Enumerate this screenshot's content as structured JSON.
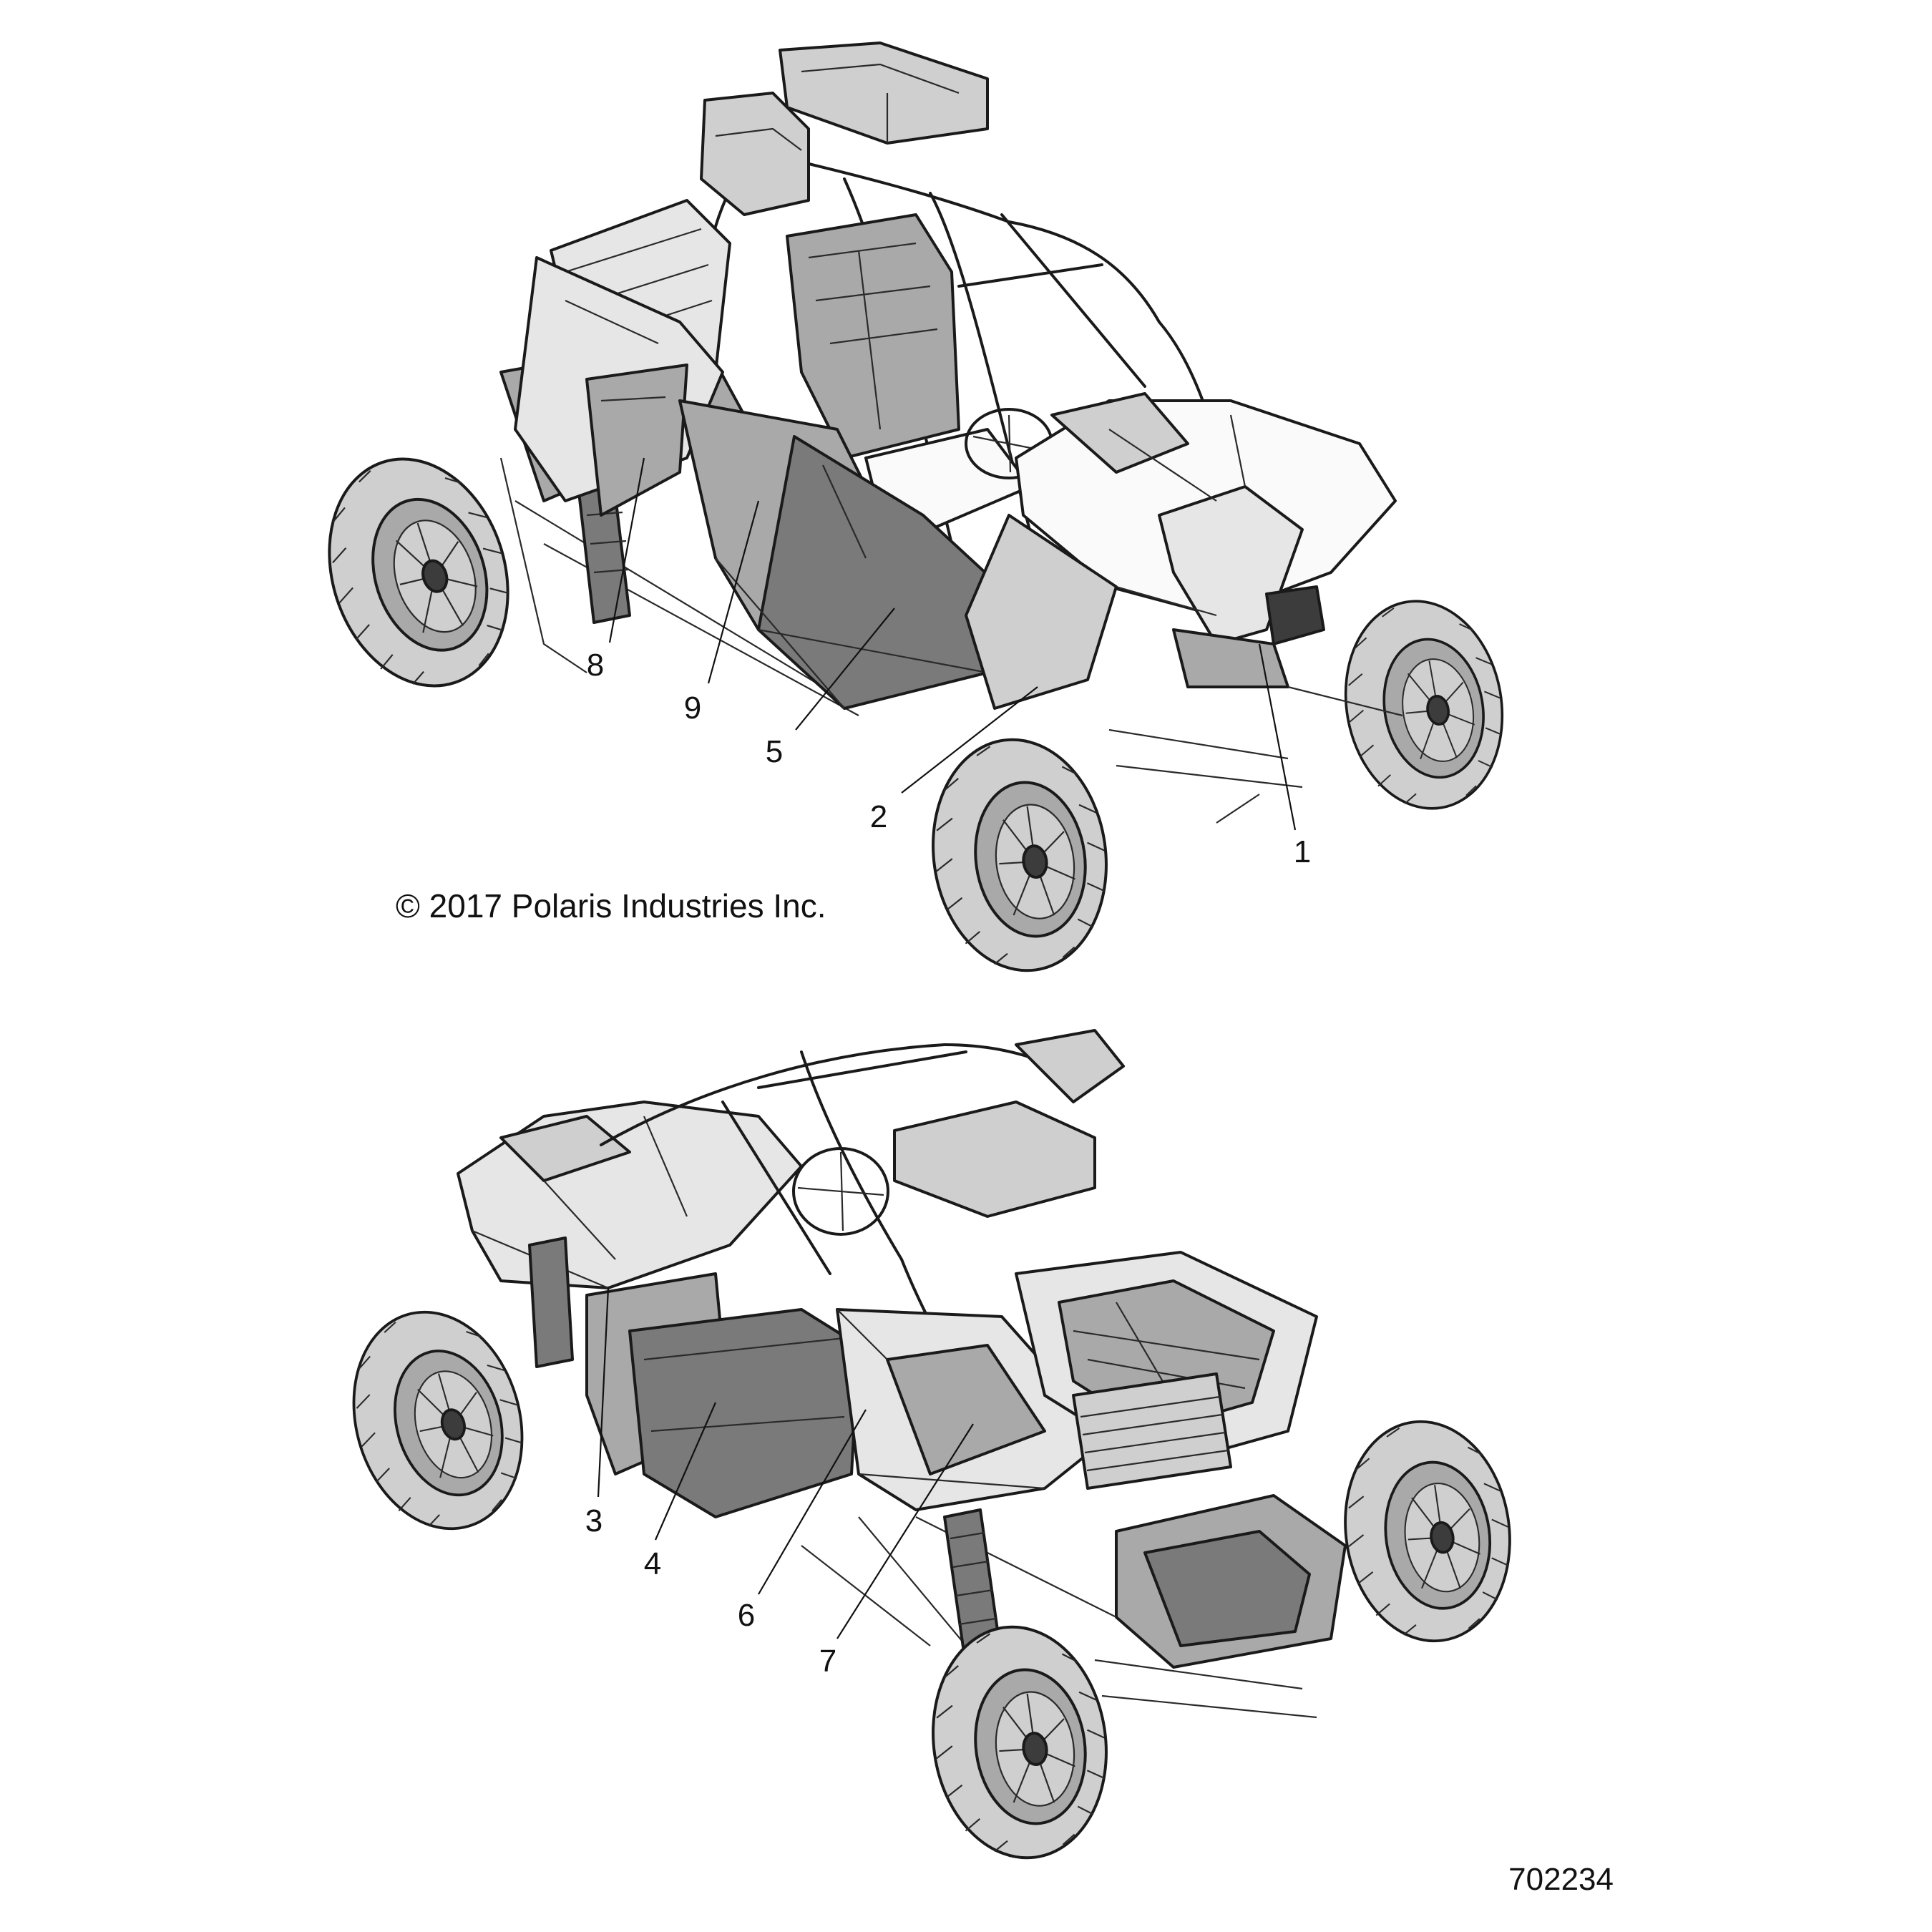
{
  "callouts": {
    "c1": "1",
    "c2": "2",
    "c3": "3",
    "c4": "4",
    "c5": "5",
    "c6": "6",
    "c7": "7",
    "c8": "8",
    "c9": "9"
  },
  "copyright": "© 2017 Polaris Industries Inc.",
  "drawing_number": "702234",
  "colors": {
    "ink": "#111111",
    "paper": "#ffffff",
    "panel": "#a9a9a9"
  }
}
